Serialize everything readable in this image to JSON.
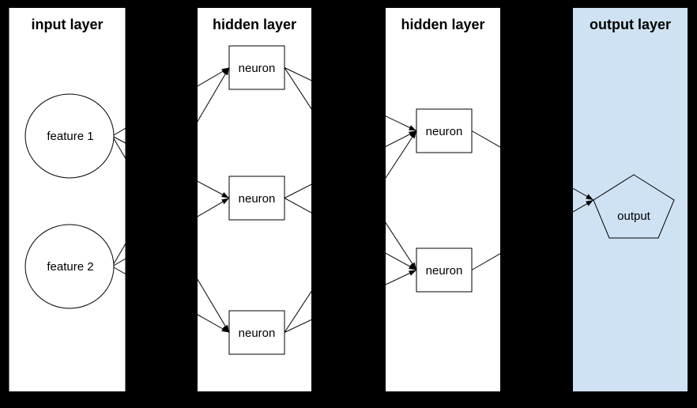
{
  "diagram": {
    "type": "neural-network-architecture"
  },
  "colors": {
    "background": "#000000",
    "panel": "#ffffff",
    "output_panel": "#cfe2f3",
    "stroke": "#000000",
    "text": "#000000"
  },
  "layers": [
    {
      "title": "input layer",
      "nodes": [
        {
          "label": "feature 1",
          "shape": "circle"
        },
        {
          "label": "feature 2",
          "shape": "circle"
        }
      ]
    },
    {
      "title": "hidden layer",
      "nodes": [
        {
          "label": "neuron",
          "shape": "rectangle"
        },
        {
          "label": "neuron",
          "shape": "rectangle"
        },
        {
          "label": "neuron",
          "shape": "rectangle"
        }
      ]
    },
    {
      "title": "hidden layer",
      "nodes": [
        {
          "label": "neuron",
          "shape": "rectangle"
        },
        {
          "label": "neuron",
          "shape": "rectangle"
        }
      ]
    },
    {
      "title": "output layer",
      "nodes": [
        {
          "label": "output",
          "shape": "pentagon"
        }
      ]
    }
  ],
  "connections": [
    {
      "from": "feature 1",
      "to": "hidden1 neuron 1",
      "arrow": true
    },
    {
      "from": "feature 1",
      "to": "hidden1 neuron 2",
      "arrow": true
    },
    {
      "from": "feature 1",
      "to": "hidden1 neuron 3",
      "arrow": true
    },
    {
      "from": "feature 2",
      "to": "hidden1 neuron 1",
      "arrow": true
    },
    {
      "from": "feature 2",
      "to": "hidden1 neuron 2",
      "arrow": true
    },
    {
      "from": "feature 2",
      "to": "hidden1 neuron 3",
      "arrow": true
    },
    {
      "from": "hidden1 neuron 1",
      "to": "hidden2 neuron 1",
      "arrow": true
    },
    {
      "from": "hidden1 neuron 1",
      "to": "hidden2 neuron 2",
      "arrow": true
    },
    {
      "from": "hidden1 neuron 2",
      "to": "hidden2 neuron 1",
      "arrow": true
    },
    {
      "from": "hidden1 neuron 2",
      "to": "hidden2 neuron 2",
      "arrow": true
    },
    {
      "from": "hidden1 neuron 3",
      "to": "hidden2 neuron 1",
      "arrow": true
    },
    {
      "from": "hidden1 neuron 3",
      "to": "hidden2 neuron 2",
      "arrow": true
    },
    {
      "from": "hidden2 neuron 1",
      "to": "output",
      "arrow": true
    },
    {
      "from": "hidden2 neuron 2",
      "to": "output",
      "arrow": true
    }
  ]
}
